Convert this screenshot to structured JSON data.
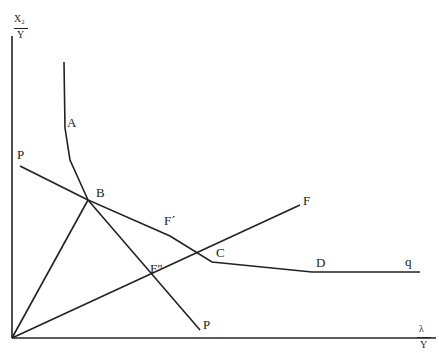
{
  "diagram": {
    "labels": [
      "X₂",
      "Y",
      "λ",
      "Y",
      "P",
      "A",
      "B",
      "F",
      "F´",
      "F\"",
      "C",
      "D",
      "q",
      "P"
    ]
  }
}
